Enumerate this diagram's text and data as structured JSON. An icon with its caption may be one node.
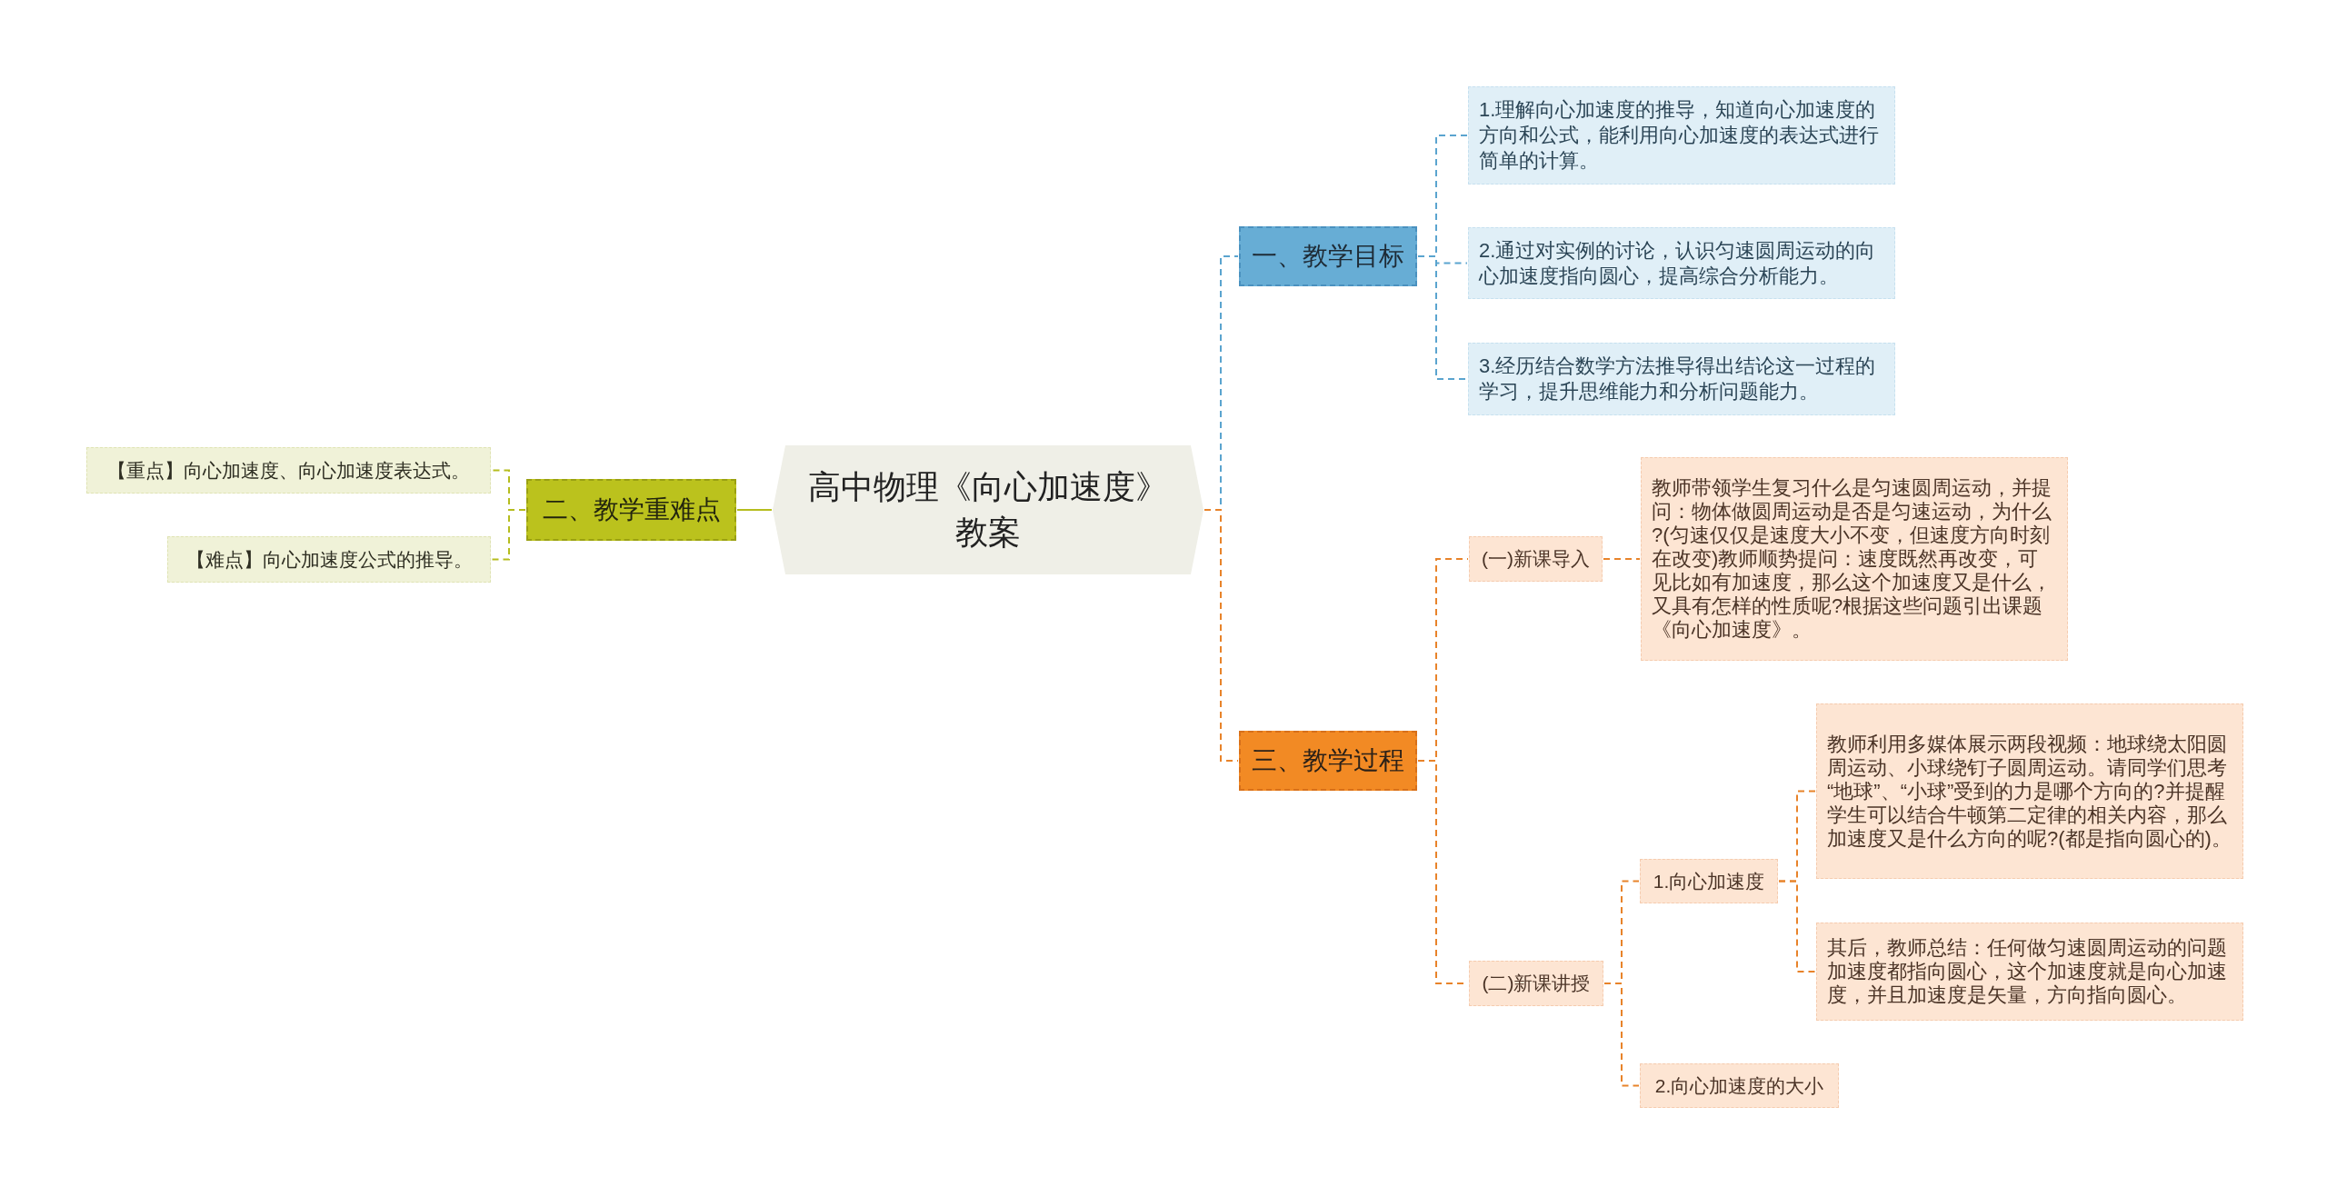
{
  "diagram": {
    "nodes": [
      {
        "text": [
          "高中物理《向心加速度》教案"
        ]
      },
      {
        "text": [
          "一、教学目标"
        ]
      },
      {
        "text": [
          "1.理解向心加速度的推导，知道向心加速度的方向和公式，能利用向心加速度的表达式进行简单的计算。"
        ]
      },
      {
        "text": [
          "2.通过对实例的讨论，认识匀速圆周运动的向心加速度指向圆心，提高综合分析能力。"
        ]
      },
      {
        "text": [
          "3.经历结合数学方法推导得出结论这一过程的学习，提升思维能力和分析问题能力。"
        ]
      },
      {
        "text": [
          "三、教学过程"
        ]
      },
      {
        "text": [
          "(一)新课导入"
        ]
      },
      {
        "text": [
          "教师带领学生复习什么是匀速圆周运动，并提问：物体做圆周运动是否是匀速运动，为什么?(匀速仅仅是速度大小不变，但速度方向时刻在改变)教师顺势提问：速度既然再改变，可见比如有加速度，那么这个加速度又是什么，又具有怎样的性质呢?根据这些问题引出课题《向心加速度》。"
        ]
      },
      {
        "text": [
          "(二)新课讲授"
        ]
      },
      {
        "text": [
          "1.向心加速度"
        ]
      },
      {
        "text": [
          "教师利用多媒体展示两段视频：地球绕太阳圆周运动、小球绕钉子圆周运动。请同学们思考“地球”、“小球”受到的力是哪个方向的?并提醒学生可以结合牛顿第二定律的相关内容，那么加速度又是什么方向的呢?(都是指向圆心的)。"
        ]
      },
      {
        "text": [
          "其后，教师总结：任何做匀速圆周运动的问题加速度都指向圆心，这个加速度就是向心加速度，并且加速度是矢量，方向指向圆心。"
        ]
      },
      {
        "text": [
          "2.向心加速度的大小"
        ]
      },
      {
        "text": [
          "二、教学重难点"
        ]
      },
      {
        "text": [
          "【重点】向心加速度、向心加速度表达式。"
        ]
      },
      {
        "text": [
          "【难点】向心加速度公式的推导。"
        ]
      }
    ],
    "edges": [
      {
        "from": 0,
        "to": 1,
        "arrow": "none",
        "style": "dashed",
        "color": "#5aa4cf"
      },
      {
        "from": 1,
        "to": 2,
        "arrow": "none",
        "style": "dashed",
        "color": "#5aa4cf"
      },
      {
        "from": 1,
        "to": 3,
        "arrow": "none",
        "style": "dashed",
        "color": "#5aa4cf"
      },
      {
        "from": 1,
        "to": 4,
        "arrow": "none",
        "style": "dashed",
        "color": "#5aa4cf"
      },
      {
        "from": 0,
        "to": 5,
        "arrow": "none",
        "style": "dashed"
      },
      {
        "from": 5,
        "to": 6,
        "arrow": "none",
        "style": "dashed"
      },
      {
        "from": 5,
        "to": 8,
        "arrow": "none",
        "style": "dashed"
      },
      {
        "from": 6,
        "to": 7,
        "arrow": "none",
        "style": "dashed"
      },
      {
        "from": 8,
        "to": 9,
        "arrow": "none",
        "style": "dashed"
      },
      {
        "from": 8,
        "to": 12,
        "arrow": "none",
        "style": "dashed"
      },
      {
        "from": 9,
        "to": 10,
        "arrow": "none",
        "style": "dashed"
      },
      {
        "from": 9,
        "to": 11,
        "arrow": "none",
        "style": "dashed"
      },
      {
        "from": 0,
        "to": 13,
        "arrow": "none",
        "color": "#b5bd1e"
      },
      {
        "from": 13,
        "to": 14,
        "arrow": "none",
        "style": "dashed",
        "color": "#b5bd1e"
      },
      {
        "from": 13,
        "to": 15,
        "arrow": "none",
        "style": "dashed",
        "color": "#b5bd1e"
      }
    ]
  }
}
